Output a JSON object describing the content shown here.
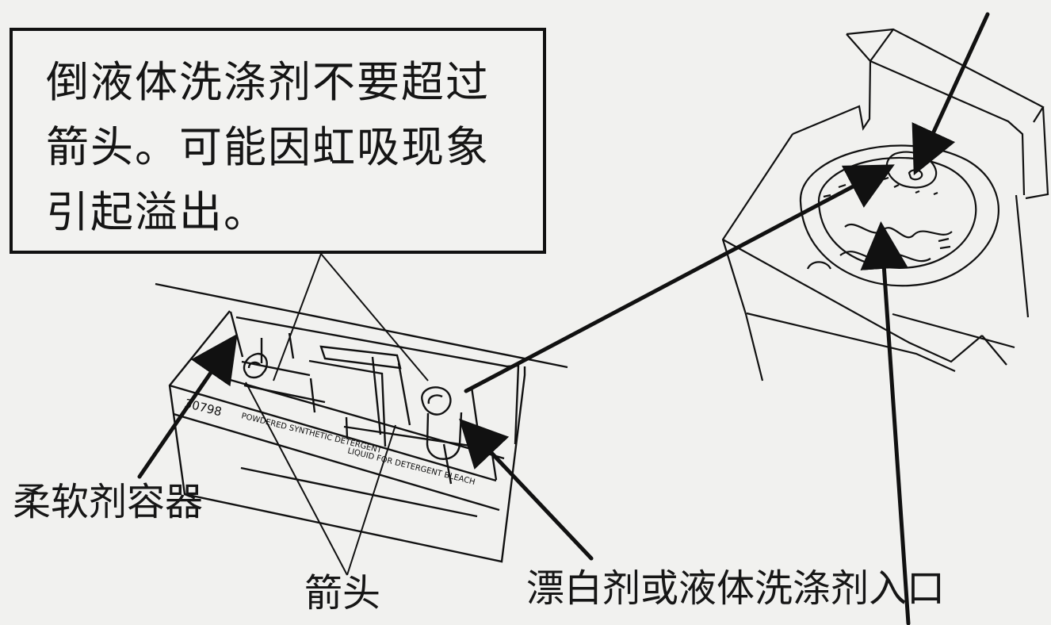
{
  "note": {
    "text_lines": [
      "倒液体洗涤剂不要超过",
      "箭头。可能因虹吸现象",
      "引起溢出。"
    ]
  },
  "labels": {
    "softener_container": "柔软剂容器",
    "arrow": "箭头",
    "bleach_or_liquid_inlet": "漂白剂或液体洗涤剂入口"
  },
  "drawer_text": {
    "left_panel": "30798",
    "middle_panel": "POWDERED SYNTHETIC DETERGENT",
    "right_panel": "LIQUID FOR DETERGENT BLEACH"
  }
}
